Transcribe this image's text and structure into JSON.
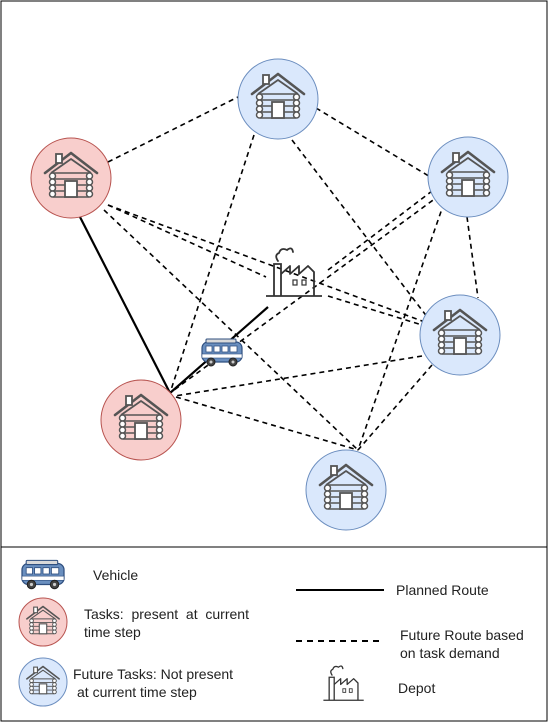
{
  "legend": {
    "vehicle_label": "Vehicle",
    "present_task_label_line1": "Tasks:  present  at  current",
    "present_task_label_line2": "time step",
    "future_task_label_line1": "Future Tasks: Not present",
    "future_task_label_line2": "at current time step",
    "planned_route_label": "Planned Route",
    "future_route_label_line1": "Future Route based",
    "future_route_label_line2": "on task demand",
    "depot_label": "Depot"
  },
  "colors": {
    "present_task_fill": "#f8cecc",
    "present_task_stroke": "#b85450",
    "future_task_fill": "#dae8fc",
    "future_task_stroke": "#6c8ebf",
    "icon_stroke": "#555555",
    "route": "#000000",
    "vehicle_body": "#6a8fbf"
  },
  "nodes": [
    {
      "id": "future-top",
      "kind": "future"
    },
    {
      "id": "present-upper-left",
      "kind": "present"
    },
    {
      "id": "future-upper-right",
      "kind": "future"
    },
    {
      "id": "future-right",
      "kind": "future"
    },
    {
      "id": "present-lower-left",
      "kind": "present"
    },
    {
      "id": "future-bottom",
      "kind": "future"
    },
    {
      "id": "depot",
      "kind": "depot"
    }
  ],
  "routes": {
    "planned": [
      [
        "present-upper-left",
        "present-lower-left"
      ],
      [
        "present-lower-left",
        "depot"
      ]
    ],
    "future": [
      [
        "present-upper-left",
        "future-top"
      ],
      [
        "future-top",
        "future-upper-right"
      ],
      [
        "future-top",
        "future-right"
      ],
      [
        "future-top",
        "present-lower-left"
      ],
      [
        "present-upper-left",
        "depot"
      ],
      [
        "present-upper-left",
        "future-right"
      ],
      [
        "present-upper-left",
        "future-bottom"
      ],
      [
        "depot",
        "future-upper-right"
      ],
      [
        "depot",
        "future-right"
      ],
      [
        "future-upper-right",
        "future-right"
      ],
      [
        "future-upper-right",
        "future-bottom"
      ],
      [
        "future-upper-right",
        "present-lower-left"
      ],
      [
        "future-right",
        "future-bottom"
      ],
      [
        "future-right",
        "present-lower-left"
      ],
      [
        "present-lower-left",
        "future-bottom"
      ]
    ]
  }
}
